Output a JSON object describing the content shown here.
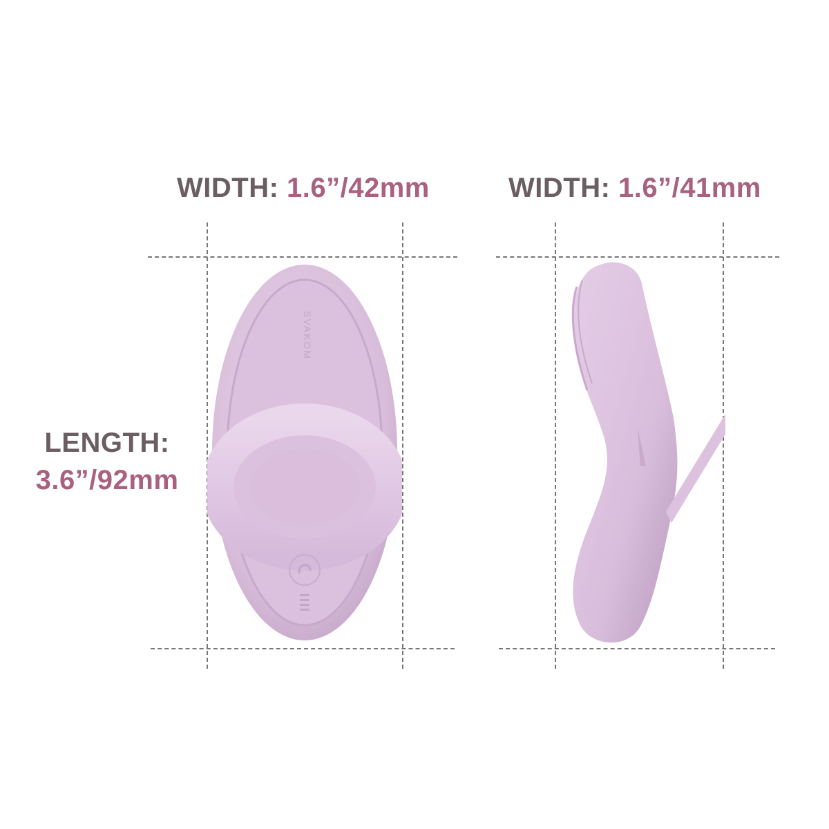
{
  "dimensions": {
    "front_view": {
      "width_key": "WIDTH:",
      "width_value": "1.6”/42mm"
    },
    "side_view": {
      "width_key": "WIDTH:",
      "width_value": "1.6”/41mm"
    },
    "length": {
      "key": "LENGTH:",
      "value": "3.6”/92mm"
    }
  },
  "product": {
    "brand_mark": "SVAKOM",
    "color": "#dcc3de"
  },
  "colors": {
    "label_key": "#6b5e63",
    "label_value": "#a8617f",
    "guide_lines": "#777777",
    "background": "#ffffff"
  }
}
